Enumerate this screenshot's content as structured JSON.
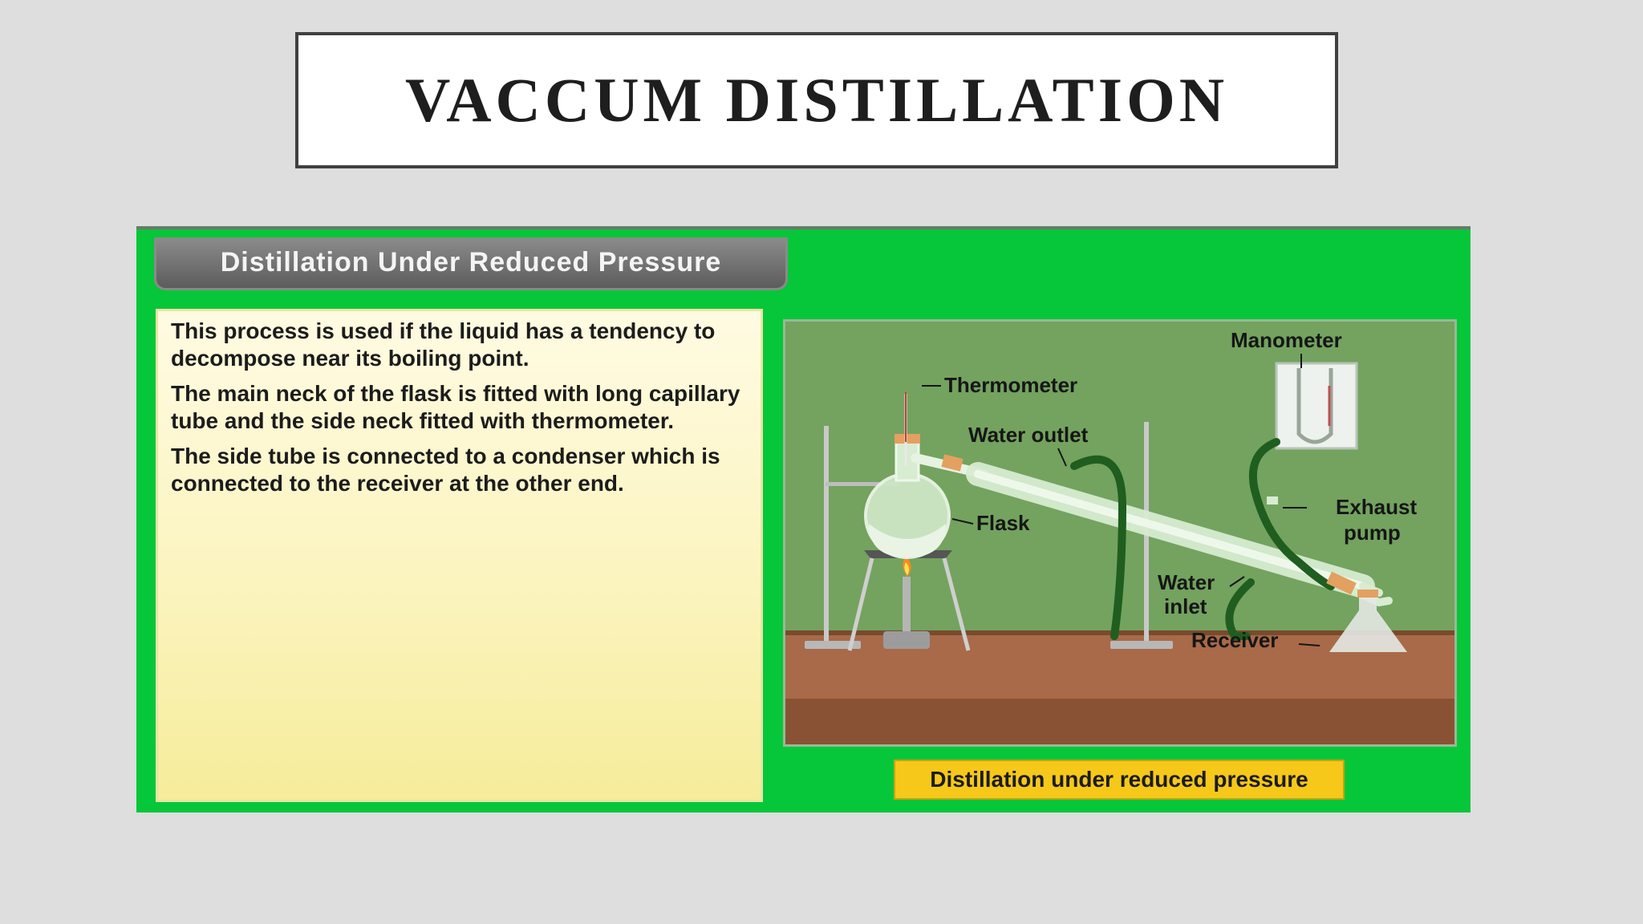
{
  "slide": {
    "title": "VACCUM DISTILLATION"
  },
  "panel": {
    "header": "Distillation Under Reduced Pressure",
    "paragraphs": [
      "This process is used if the liquid has a tendency to decompose near its boiling point.",
      "The main neck of the flask is fitted with long capillary tube and the side neck fitted with thermometer.",
      "The side tube is connected to a condenser which is connected to the receiver at the other end."
    ],
    "diagram_labels": {
      "manometer": "Manometer",
      "thermometer": "Thermometer",
      "water_outlet": "Water outlet",
      "flask": "Flask",
      "exhaust_line1": "Exhaust",
      "exhaust_line2": "pump",
      "water_inlet_line1": "Water",
      "water_inlet_line2": "inlet",
      "receiver": "Receiver"
    },
    "caption": "Distillation under reduced pressure"
  },
  "colors": {
    "panel_green": "#06c63a",
    "wall_green": "#73a35f",
    "table_brown": "#a86a48",
    "caption_yellow": "#f6c81a",
    "tube_green": "#1f5e1f"
  },
  "icons": [
    "flask-icon",
    "condenser-icon",
    "manometer-icon",
    "burner-icon",
    "receiver-icon"
  ]
}
